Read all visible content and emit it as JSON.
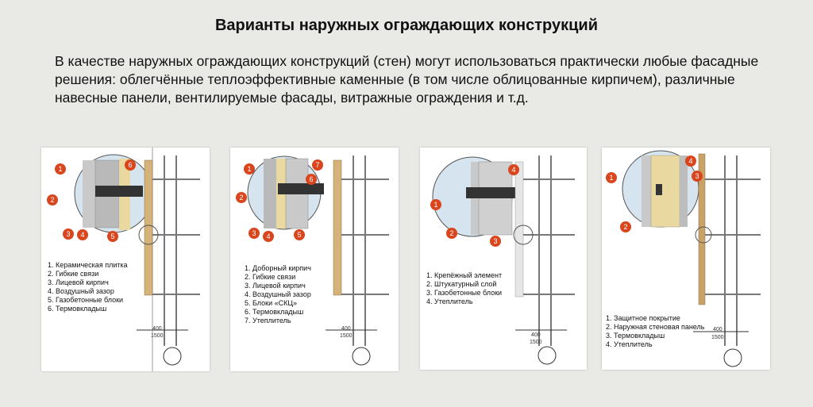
{
  "title": "Варианты наружных ограждающих конструкций",
  "intro": "В качестве наружных ограждающих конструкций (стен) могут использоваться практически любые фасадные решения: облегчённые теплоэффективные каменные (в том числе облицованные кирпичем), различные навесные панели, вентилируемые фасады, витражные ограждения и т.д.",
  "panels": [
    {
      "legend": [
        "1. Керамическая плитка",
        "2. Гибкие связи",
        "3. Лицевой кирпич",
        "4. Воздушный зазор",
        "5. Газобетонные блоки",
        "6. Термовкладыш"
      ],
      "badges": [
        "1",
        "2",
        "3",
        "4",
        "5",
        "6"
      ],
      "dim_small": "400",
      "dim_large": "1500"
    },
    {
      "legend": [
        "1. Доборный кирпич",
        "2. Гибкие связи",
        "3. Лицевой кирпич",
        "4. Воздушный зазор",
        "5. Блоки «СКЦ»",
        "6. Термовкладыш",
        "7. Утеплитель"
      ],
      "badges": [
        "1",
        "2",
        "3",
        "4",
        "5",
        "6",
        "7"
      ],
      "dim_small": "400",
      "dim_large": "1500"
    },
    {
      "legend": [
        "1. Крепёжный элемент",
        "2. Штукатурный слой",
        "3. Газобетонные блоки",
        "4. Утеплитель"
      ],
      "badges": [
        "1",
        "2",
        "3",
        "4"
      ],
      "dim_small": "400",
      "dim_large": "1500"
    },
    {
      "legend": [
        "1. Защитное покрытие",
        "2. Наружная стеновая панель",
        "3. Термовкладыш",
        "4. Утеплитель"
      ],
      "badges": [
        "1",
        "2",
        "3",
        "4"
      ],
      "dim_small": "400",
      "dim_large": "1500"
    }
  ],
  "colors": {
    "badge": "#d9461e",
    "circle": "#d6e4ef",
    "insulation": "#e9d9a0",
    "slab": "#333333"
  }
}
